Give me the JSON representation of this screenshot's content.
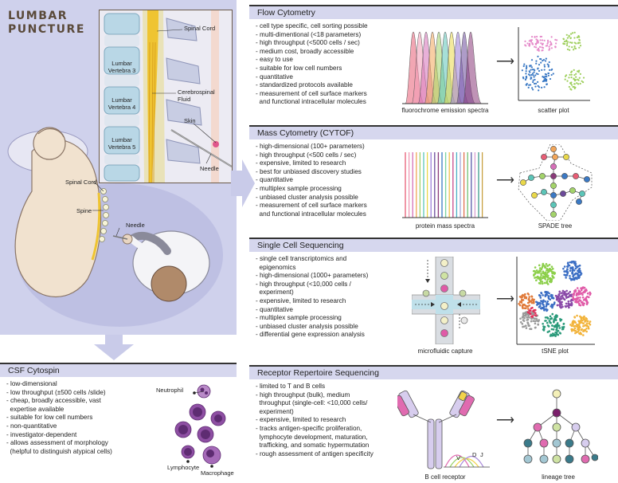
{
  "lumbar": {
    "title_line1": "LUMBAR",
    "title_line2": "PUNCTURE",
    "inset_labels": {
      "spinal_cord": "Spinal Cord",
      "vertebra_3": "Lumbar Vertebra 3",
      "vertebra_4": "Lumbar Vertebra 4",
      "vertebra_5": "Lumbar Vertebra 5",
      "csf": "Cerebrospinal Fluid",
      "skin": "Skin",
      "needle": "Needle"
    },
    "body_labels": {
      "spinal_cord": "Spinal Cord",
      "spine": "Spine",
      "needle": "Needle"
    }
  },
  "sections": {
    "flow": {
      "title": "Flow Cytometry",
      "items": [
        "- cell type specific, cell sorting possible",
        "- multi-dimentional (<18 parameters)",
        "- high throughput (<5000 cells / sec)",
        "- medium cost, broadly accessible",
        "- easy to use",
        "- suitable for low cell numbers",
        "- quantitative",
        "- standardized protocols available",
        "- measurement of cell surface markers",
        "  and functional intracellular molecules"
      ],
      "fig1_caption": "fluorochrome emission spectra",
      "fig2_caption": "scatter plot"
    },
    "mass": {
      "title": "Mass Cytometry (CYTOF)",
      "items": [
        "- high-dimensional (100+ parameters)",
        "- high throughput (<500 cells / sec)",
        "- expensive, limited to research",
        "- best for unbiased discovery studies",
        "- quantitative",
        "- multiplex sample processing",
        "- unbiased cluster analysis possible",
        "- measurement of cell surface markers",
        "  and functional intracellular molecules"
      ],
      "fig1_caption": "protein mass spectra",
      "fig2_caption": "SPADE tree"
    },
    "scseq": {
      "title": "Single Cell Sequencing",
      "items": [
        "- single cell transcriptomics and",
        "  epigenomics",
        "- high-dimensional (1000+ parameters)",
        "- high throughput (<10,000 cells /",
        "  experiment)",
        "- expensive, limited to research",
        "- quantitative",
        "- multiplex sample processing",
        "- unbiased cluster analysis possible",
        "- differential gene expression analysis"
      ],
      "fig1_caption": "microfluidic capture",
      "fig2_caption": "tSNE plot"
    },
    "receptor": {
      "title": "Receptor Repertoire Sequencing",
      "items": [
        "- limited to T and B cells",
        "- high throughput (bulk), medium",
        "  throughput (single-cell: <10,000 cells/",
        "  experiment)",
        "- expensive, limited to research",
        "- tracks antigen-specific proliferation,",
        "  lymphocyte development, maturation,",
        "  trafficking, and somatic hypermutation",
        "- rough assessment of antigen specificity"
      ],
      "fig1_caption": "B cell receptor",
      "fig2_caption": "lineage tree",
      "gene_labels": {
        "v": "V",
        "d": "D",
        "j": "J"
      }
    },
    "csf": {
      "title": "CSF Cytospin",
      "items": [
        "- low-dimensional",
        "- low throughput (±500 cells /slide)",
        "- cheap, broadly accessible, vast",
        "  expertise available",
        "- suitable for low cell numbers",
        "- non-quantitative",
        "- investigator-dependent",
        "- allows assessment of morphology",
        "  (helpful to distinguish atypical cells)"
      ],
      "cell_labels": {
        "neutrophil": "Neutrophil",
        "lymphocyte": "Lymphocyte",
        "macrophage": "Macrophage"
      }
    }
  },
  "colors": {
    "panel_bg": "#cfd1ec",
    "header_bg": "#d6d7ee",
    "arrow": "#c9cbe9",
    "cell_purple": "#7a3f8f"
  }
}
